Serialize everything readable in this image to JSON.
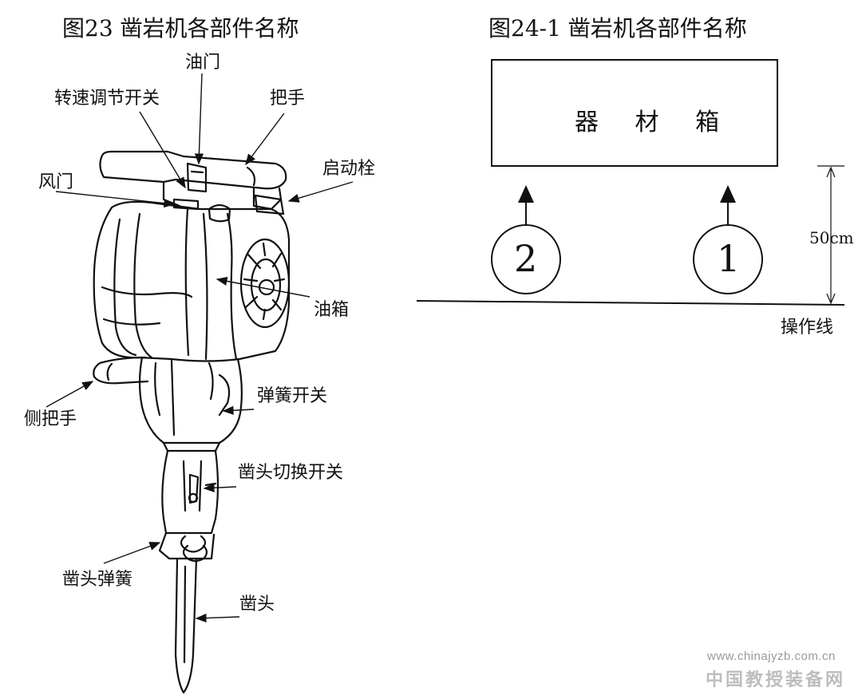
{
  "figure23": {
    "title": "图23 凿岩机各部件名称",
    "labels": {
      "oil_valve": "油门",
      "speed_switch": "转速调节开关",
      "handle": "把手",
      "start_plug": "启动栓",
      "air_valve": "风门",
      "fuel_tank": "油箱",
      "side_handle": "侧把手",
      "spring_switch": "弹簧开关",
      "chisel_switch": "凿头切换开关",
      "chisel_spring": "凿头弹簧",
      "chisel": "凿头"
    }
  },
  "figure24": {
    "title": "图24-1 凿岩机各部件名称",
    "box_label": "器 材 箱",
    "circle_left": "2",
    "circle_right": "1",
    "distance": "50cm",
    "line_label": "操作线"
  },
  "watermark": {
    "url": "www.chinajyzb.com.cn",
    "name": "中国教授装备网"
  },
  "colors": {
    "ink": "#111111",
    "watermark": "#bdbdbd"
  }
}
